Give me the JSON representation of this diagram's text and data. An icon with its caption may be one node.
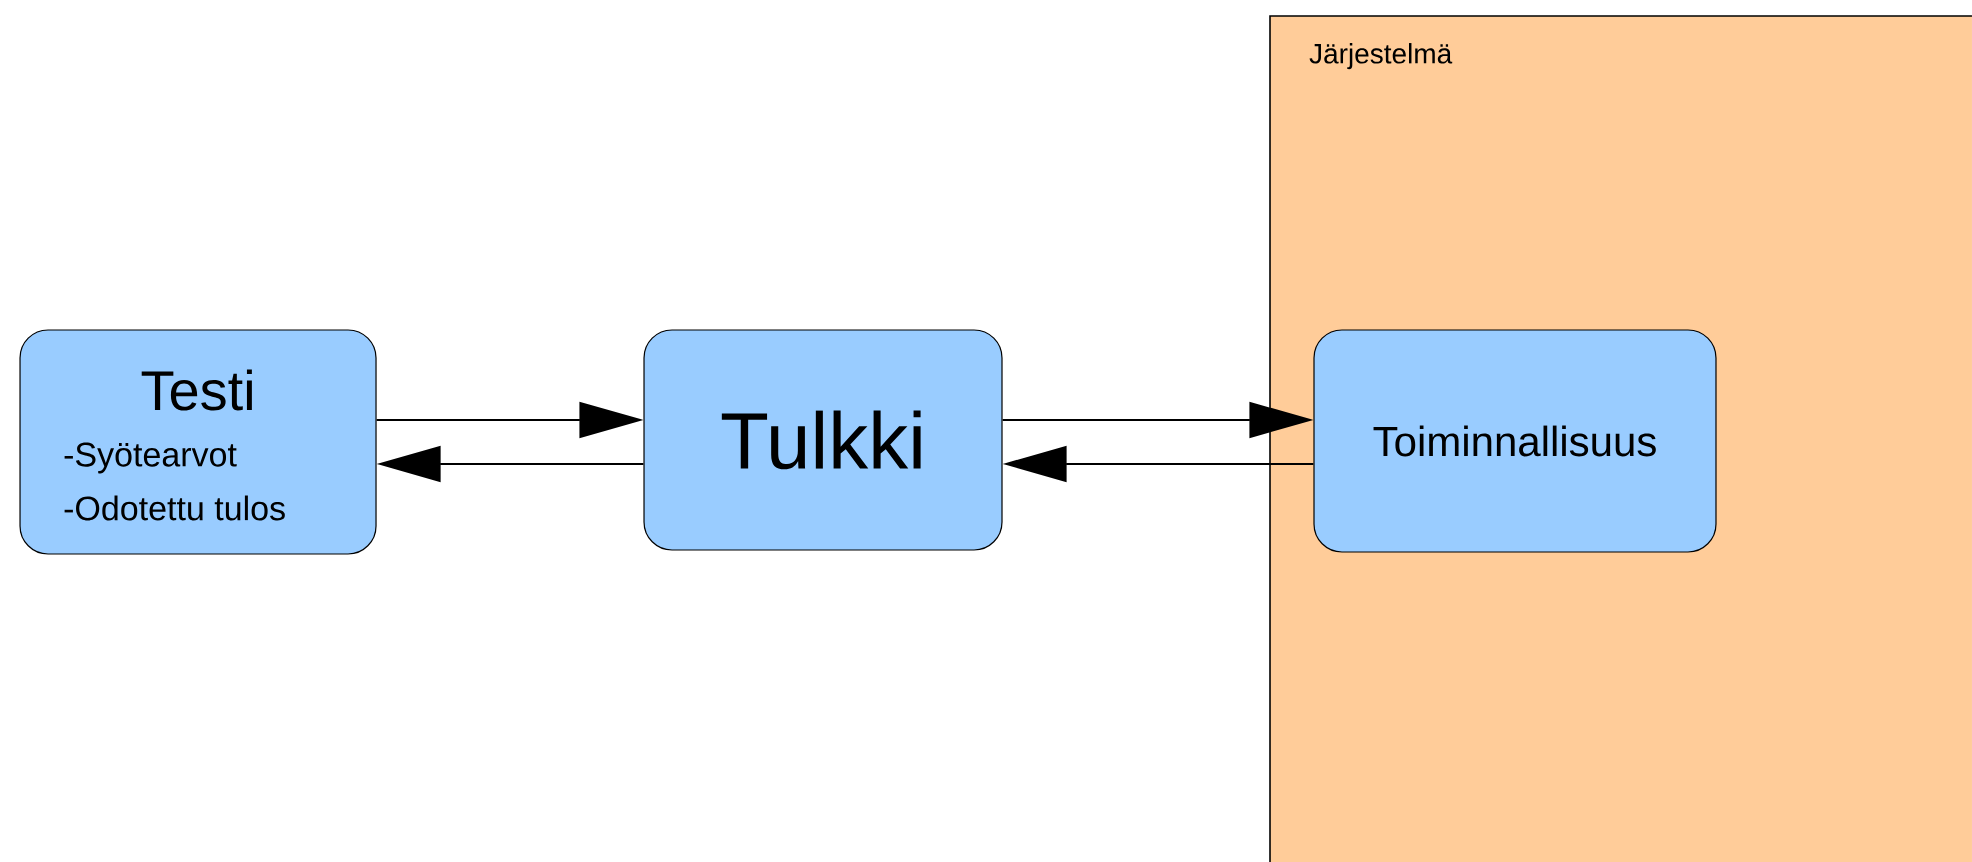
{
  "diagram": {
    "nodes": [
      {
        "text": [
          "Järjestelmä"
        ]
      },
      {
        "text": [
          "Testi",
          "-Syötearvot",
          "-Odotettu tulos"
        ]
      },
      {
        "text": [
          "Tulkki"
        ]
      },
      {
        "text": [
          "Toiminnallisuus"
        ],
        "in": 0
      }
    ],
    "edges": [
      {
        "from": 1,
        "to": 2,
        "arrow": "to"
      },
      {
        "from": 2,
        "to": 1,
        "arrow": "to"
      },
      {
        "from": 2,
        "to": 3,
        "arrow": "to"
      },
      {
        "from": 3,
        "to": 2,
        "arrow": "to"
      }
    ]
  }
}
